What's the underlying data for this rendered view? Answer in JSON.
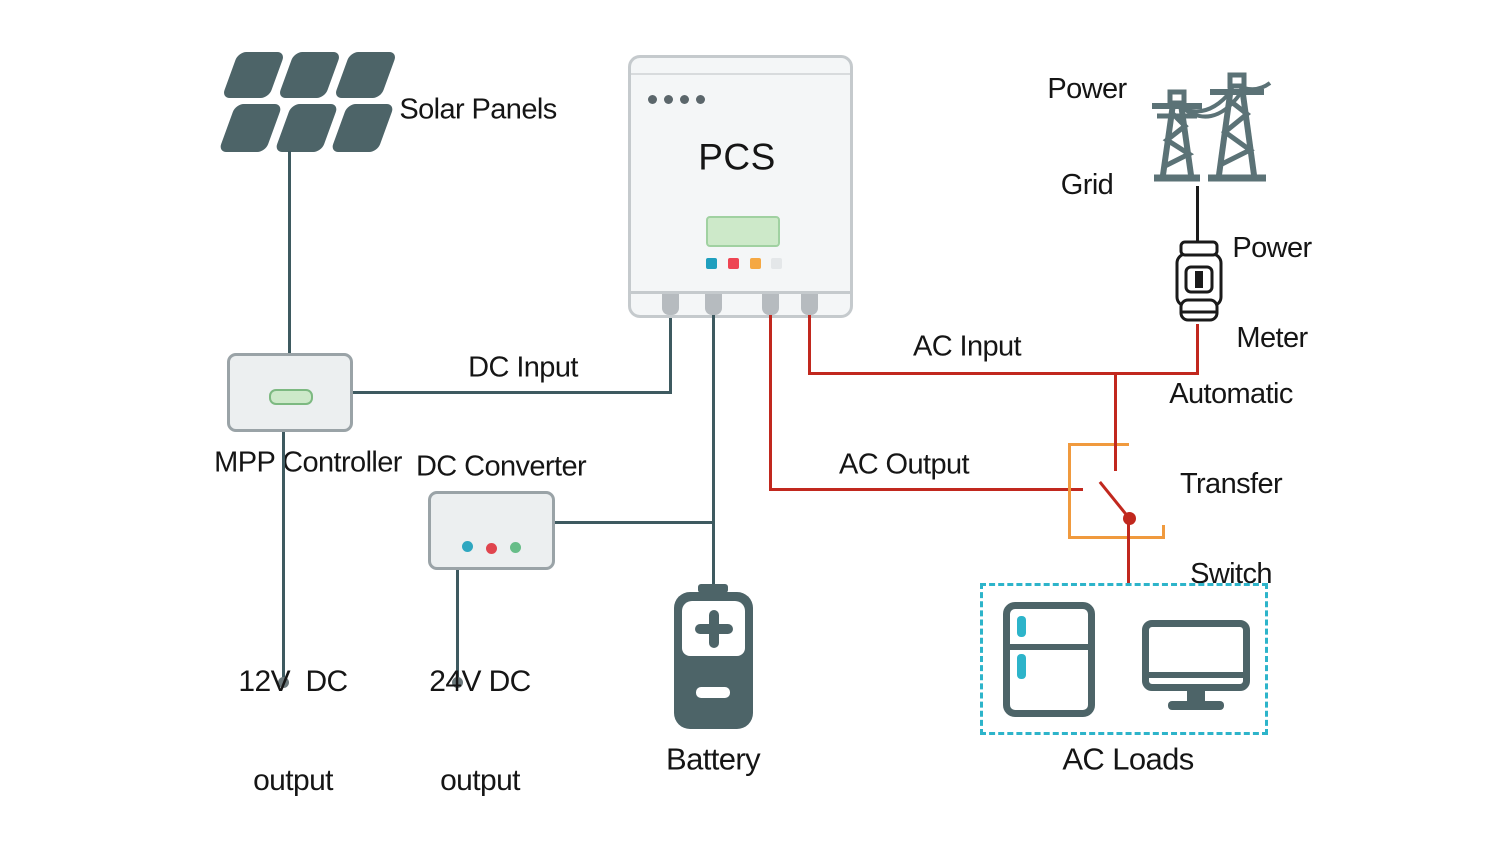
{
  "nodes": {
    "solar_panels": {
      "label": "Solar Panels"
    },
    "pcs": {
      "label": "PCS"
    },
    "power_grid": {
      "label_line1": "Power",
      "label_line2": "Grid"
    },
    "power_meter": {
      "label_line1": "Power",
      "label_line2": "Meter"
    },
    "mpp_controller": {
      "label": "MPP Controller"
    },
    "dc_converter": {
      "label": "DC Converter"
    },
    "battery": {
      "label": "Battery"
    },
    "transfer_switch": {
      "label_line1": "Automatic",
      "label_line2": "Transfer",
      "label_line3": "Switch"
    },
    "ac_loads": {
      "label": "AC Loads"
    }
  },
  "connections": {
    "dc_input": {
      "label": "DC Input"
    },
    "ac_input": {
      "label": "AC Input"
    },
    "ac_output": {
      "label": "AC Output"
    },
    "dc_12v": {
      "label_line1": "12V  DC",
      "label_line2": "output"
    },
    "dc_24v": {
      "label_line1": "24V DC",
      "label_line2": "output"
    }
  },
  "icons": [
    "solar-panel-array-icon",
    "pcs-unit-icon",
    "power-grid-towers-icon",
    "power-meter-icon",
    "mpp-controller-icon",
    "dc-converter-icon",
    "battery-icon",
    "transfer-switch-icon",
    "fridge-icon",
    "monitor-icon"
  ],
  "colors": {
    "wire-dc": "#3e5a60",
    "wire-ac": "#c1281e",
    "wire-grid": "#1a1a1a",
    "ats-orange": "#f09a3e",
    "loads-cyan": "#2db4ca",
    "icon-slate": "#4d6468",
    "tower-slate": "#5b7276",
    "box-fill": "#eceff0",
    "box-border": "#9aa3a7",
    "pcs-fill": "#f4f6f7",
    "pcs-border": "#c5cacd",
    "screen-fill": "#cde9c9",
    "screen-border": "#a0d1a1",
    "pill-border": "#7db981",
    "leg-gray": "#b6bbbf",
    "terminal-dot": "#6b787b",
    "pcs-dot": "#5b666b",
    "ind-1": "#1f9fbe",
    "ind-2": "#ee4553",
    "ind-3": "#f5a843",
    "ind-4": "#e4e7e9",
    "conv-1": "#2fa7c0",
    "conv-2": "#e0454e",
    "conv-3": "#67bd88",
    "handle-cyan": "#2db4ca",
    "text": "#151515"
  }
}
